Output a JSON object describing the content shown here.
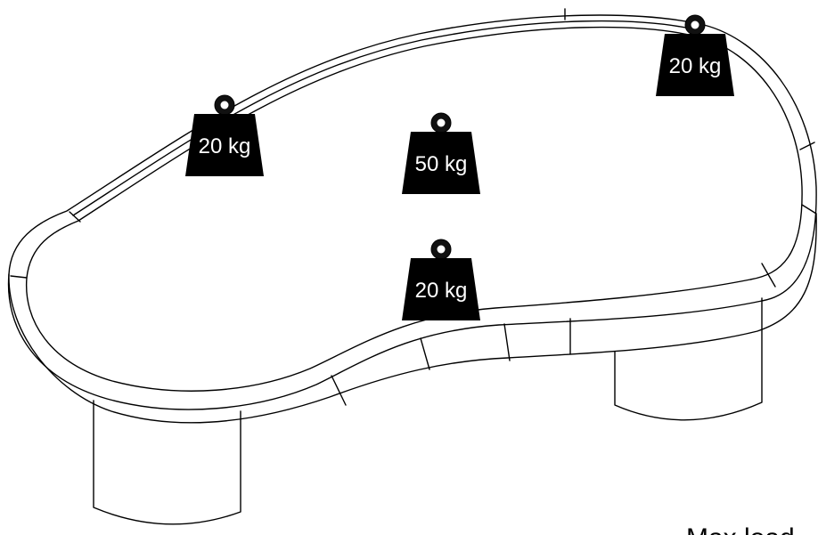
{
  "diagram": {
    "weights": [
      {
        "label": "20 kg",
        "value_kg": 20,
        "position": "left-back edge"
      },
      {
        "label": "50 kg",
        "value_kg": 50,
        "position": "center"
      },
      {
        "label": "20 kg",
        "value_kg": 20,
        "position": "right-back edge"
      },
      {
        "label": "20 kg",
        "value_kg": 20,
        "position": "front edge"
      }
    ],
    "caption": "Max load"
  }
}
